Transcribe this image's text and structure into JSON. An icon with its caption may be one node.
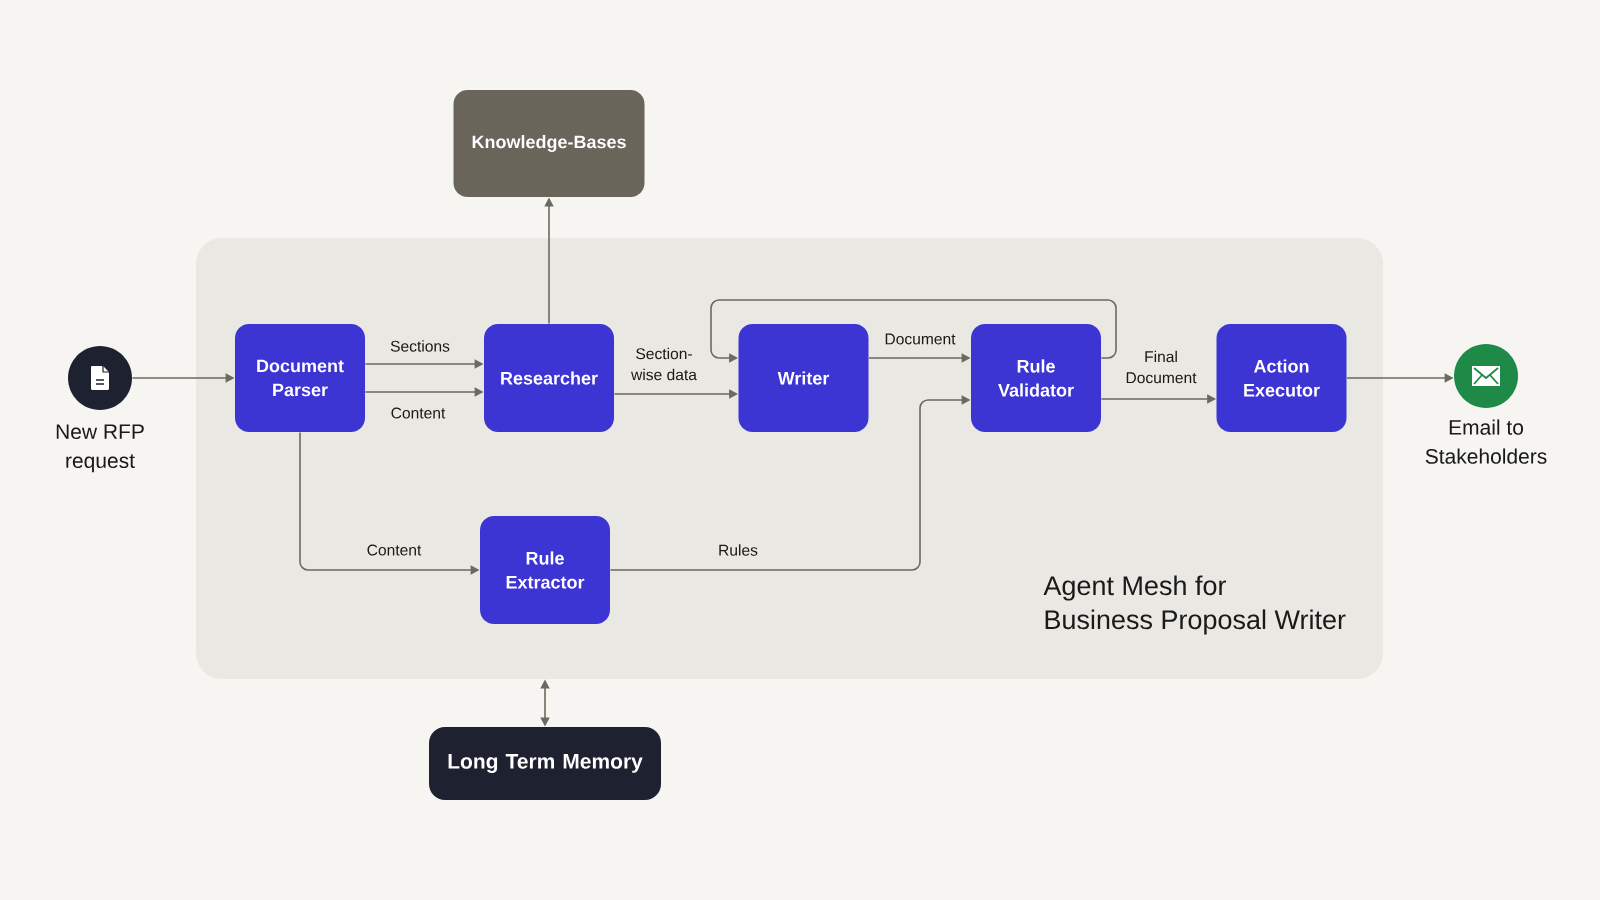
{
  "diagram": {
    "nodes": [
      {
        "text": [
          "Knowledge-Bases"
        ]
      },
      {
        "text": [],
        "shape": "circle",
        "beside": [
          "New RFP request"
        ]
      },
      {
        "text": [
          "Agent Mesh for Business Proposal Writer"
        ]
      },
      {
        "text": [
          "Document Parser"
        ],
        "in": 2
      },
      {
        "text": [
          "Researcher"
        ],
        "in": 2
      },
      {
        "text": [
          "Writer"
        ],
        "in": 2
      },
      {
        "text": [
          "Rule Validator"
        ],
        "in": 2
      },
      {
        "text": [
          "Action Executor"
        ],
        "in": 2
      },
      {
        "text": [
          "Rule Extractor"
        ],
        "in": 2
      },
      {
        "text": [],
        "shape": "circle",
        "beside": [
          "Email to Stakeholders"
        ]
      },
      {
        "text": [
          "Long Term Memory"
        ]
      }
    ],
    "edges": [
      {
        "from": 1,
        "to": 3,
        "arrow": "to"
      },
      {
        "from": 3,
        "to": 4,
        "arrow": "to",
        "label": "Sections"
      },
      {
        "from": 3,
        "to": 4,
        "arrow": "to",
        "label": "Content"
      },
      {
        "from": 4,
        "to": 0,
        "arrow": "to"
      },
      {
        "from": 4,
        "to": 5,
        "arrow": "to",
        "label": "Section-wise data"
      },
      {
        "from": 5,
        "to": 6,
        "arrow": "to",
        "label": "Document"
      },
      {
        "from": 6,
        "to": 5,
        "arrow": "to"
      },
      {
        "from": 6,
        "to": 7,
        "arrow": "to",
        "label": "Final Document"
      },
      {
        "from": 3,
        "to": 8,
        "arrow": "to",
        "label": "Content"
      },
      {
        "from": 8,
        "to": 6,
        "arrow": "to",
        "label": "Rules"
      },
      {
        "from": 7,
        "to": 9,
        "arrow": "to"
      },
      {
        "from": 2,
        "to": 10,
        "arrow": "both"
      }
    ]
  }
}
